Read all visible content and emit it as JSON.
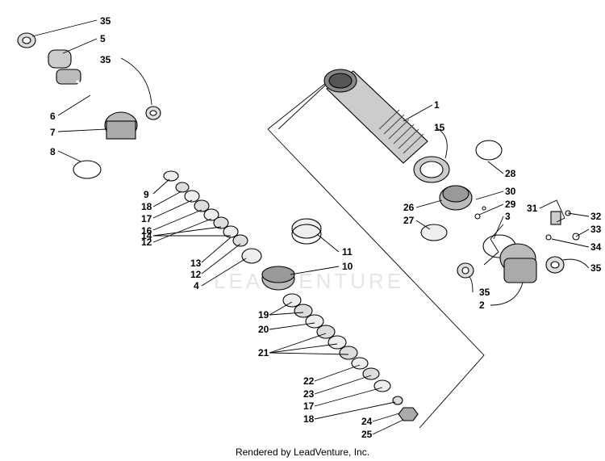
{
  "diagram": {
    "callouts": [
      "35",
      "5",
      "35",
      "6",
      "7",
      "8",
      "9",
      "18",
      "17",
      "16",
      "12",
      "14",
      "13",
      "12",
      "4",
      "11",
      "10",
      "19",
      "20",
      "21",
      "22",
      "23",
      "17",
      "18",
      "24",
      "25",
      "1",
      "15",
      "28",
      "30",
      "26",
      "29",
      "27",
      "3",
      "31",
      "32",
      "33",
      "34",
      "35",
      "35",
      "2"
    ],
    "watermark": "LEADVENTURE",
    "footer": "Rendered by LeadVenture, Inc."
  }
}
